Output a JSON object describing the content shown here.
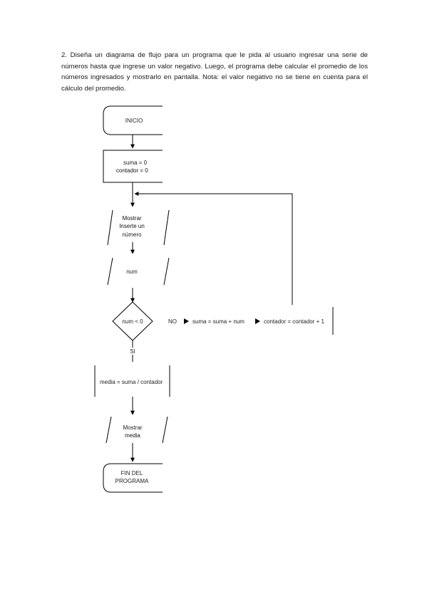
{
  "task": {
    "text": "2. Diseña un diagrama de flujo para un programa que le pida al usuario ingresar una serie de números hasta que ingrese un valor negativo. Luego, el programa debe calcular el promedio de los números ingresados y mostrarlo en pantalla. Nota: el valor negativo no se tiene en cuenta para el cálculo del promedio."
  },
  "flowchart": {
    "start": "INICIO",
    "init_line1": "suma = 0",
    "init_line2": "contador = 0",
    "prompt_line1": "Mostrar",
    "prompt_line2": "Inserte un",
    "prompt_line3": "número",
    "input": "num",
    "decision": "num < 0",
    "no_label": "NO",
    "no_step1": "suma = suma + num",
    "no_step2": "contador = contador + 1",
    "yes_label": "SI",
    "compute": "media = suma / contador",
    "show_line1": "Mostrar",
    "show_line2": "media",
    "end_line1": "FIN DEL",
    "end_line2": "PROGRAMA"
  }
}
